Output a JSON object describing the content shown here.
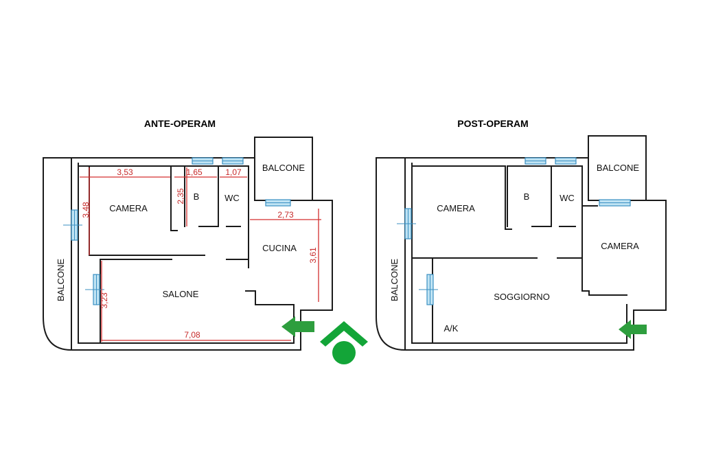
{
  "plans": [
    {
      "title": "ANTE-OPERAM",
      "rooms": {
        "camera": "CAMERA",
        "bagno": "B",
        "wc": "WC",
        "balcone_top": "BALCONE",
        "cucina": "CUCINA",
        "salone": "SALONE",
        "balcone_side": "BALCONE"
      },
      "dimensions": {
        "camera_width": "3,53",
        "bagno_width": "1,65",
        "wc_width": "1,07",
        "camera_depth": "3,48",
        "bagno_depth": "2,35",
        "cucina_width": "2,73",
        "cucina_depth": "3,61",
        "salone_depth": "3,23",
        "salone_width": "7,08"
      }
    },
    {
      "title": "POST-OPERAM",
      "rooms": {
        "camera_left": "CAMERA",
        "bagno": "B",
        "wc": "WC",
        "balcone_top": "BALCONE",
        "camera_right": "CAMERA",
        "soggiorno": "SOGGIORNO",
        "ak": "A/K",
        "balcone_side": "BALCONE"
      }
    }
  ],
  "colors": {
    "walls": "#1a1a1a",
    "dimensions": "#c62828",
    "windows": "#3a8fc2",
    "entrance_arrow": "#2e9e3e",
    "logo": "#13a538"
  },
  "icons": {
    "entrance": "green-entrance-arrow",
    "logo": "green-house-logo"
  }
}
